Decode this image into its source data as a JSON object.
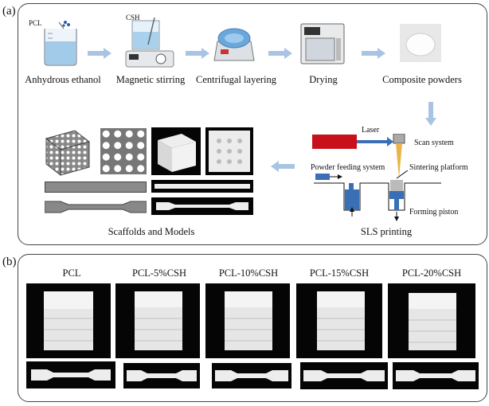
{
  "panel_a": {
    "label": "(a)",
    "steps": [
      {
        "caption": "Anhydrous ethanol",
        "tag": "PCL"
      },
      {
        "caption": "Magnetic stirring",
        "tag": "CSH"
      },
      {
        "caption": "Centrifugal layering",
        "tag": ""
      },
      {
        "caption": "Drying",
        "tag": ""
      },
      {
        "caption": "Composite powders",
        "tag": ""
      }
    ],
    "sls": {
      "laser": "Laser",
      "scan_system": "Scan system",
      "powder_feeding": "Powder feeding system",
      "sintering_platform": "Sintering platform",
      "forming_piston": "Forming piston",
      "caption": "SLS printing"
    },
    "scaffolds_caption": "Scaffolds and Models"
  },
  "panel_b": {
    "label": "(b)",
    "samples": [
      "PCL",
      "PCL-5%CSH",
      "PCL-10%CSH",
      "PCL-15%CSH",
      "PCL-20%CSH"
    ]
  },
  "colors": {
    "arrow": "#a9c4e2",
    "laser": "#c8101a",
    "piston": "#3a6fb5"
  }
}
